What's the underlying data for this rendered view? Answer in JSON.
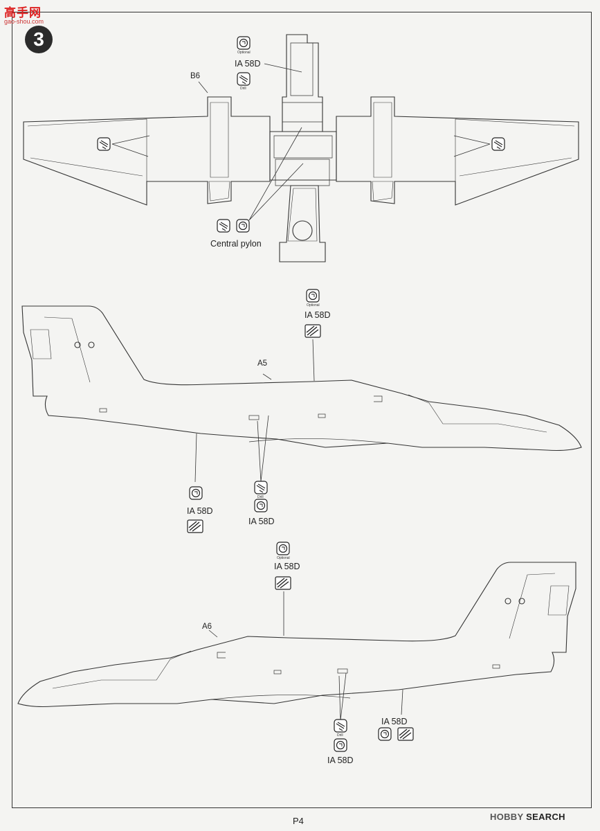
{
  "watermark": {
    "logo": "高手网",
    "url": "gao-shou.com"
  },
  "step": {
    "number": "3"
  },
  "top_view": {
    "part_label": "B6",
    "ia58d_label": "IA 58D",
    "central_pylon_label": "Central pylon",
    "optional_text": "Optional",
    "drill_text": "Drill"
  },
  "side_view_right": {
    "part_label": "A5",
    "ia58d_top": "IA 58D",
    "ia58d_bottom_left": "IA 58D",
    "ia58d_bottom_mid": "IA 58D",
    "optional_text": "Optional",
    "drill_text": "Drill"
  },
  "side_view_left": {
    "part_label": "A6",
    "ia58d_top": "IA 58D",
    "ia58d_bottom_right": "IA 58D",
    "ia58d_bottom_mid": "IA 58D",
    "optional_text": "Optional",
    "drill_text": "Drill"
  },
  "footer": {
    "page": "P4",
    "brand_a": "HOBBY",
    "brand_b": "SEARCH"
  }
}
